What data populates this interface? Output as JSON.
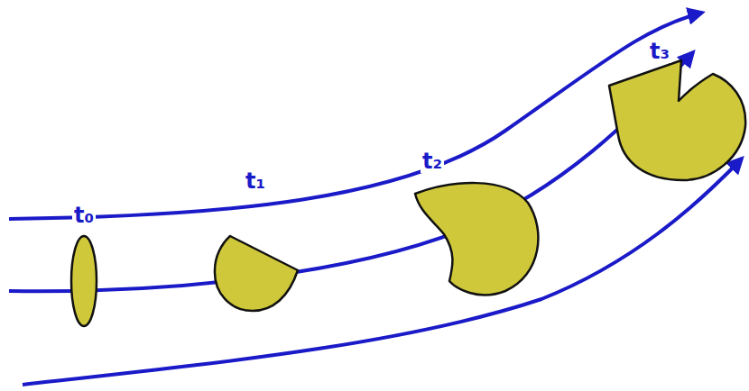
{
  "diagram": {
    "labels": [
      "t₀",
      "t₁",
      "t₂",
      "t₃"
    ]
  }
}
